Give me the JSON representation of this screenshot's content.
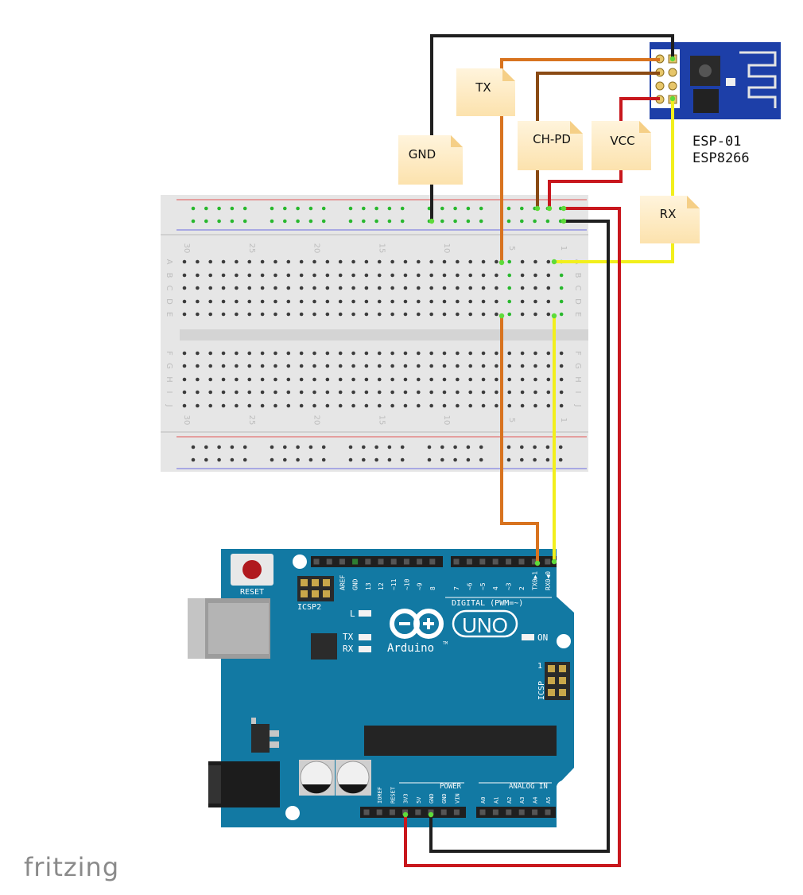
{
  "notes": {
    "gnd": "GND",
    "tx": "TX",
    "chpd": "CH-PD",
    "vcc": "VCC",
    "rx": "RX"
  },
  "esp": {
    "line1": "ESP-01",
    "line2": "ESP8266"
  },
  "breadboard": {
    "col_labels": [
      "30",
      "25",
      "20",
      "15",
      "10",
      "5",
      "1"
    ],
    "row_labels_top": [
      "A",
      "B",
      "C",
      "D",
      "E"
    ],
    "row_labels_bottom": [
      "F",
      "G",
      "H",
      "I",
      "J"
    ]
  },
  "arduino": {
    "reset": "RESET",
    "icsp2": "ICSP2",
    "icsp": "ICSP",
    "icsp_one": "1",
    "led_l": "L",
    "led_tx": "TX",
    "led_rx": "RX",
    "on": "ON",
    "uno": "UNO",
    "brand": "Arduino",
    "tm": "TM",
    "digital": "DIGITAL (PWM=~)",
    "power": "POWER",
    "analog": "ANALOG IN",
    "top_pins": [
      "AREF",
      "GND",
      "13",
      "12",
      "~11",
      "~10",
      "~9",
      "8",
      "7",
      "~6",
      "~5",
      "4",
      "~3",
      "2",
      "TX0▶1",
      "RX0◀0"
    ],
    "bottom_pins_power": [
      "IOREF",
      "RESET",
      "3V3",
      "5V",
      "GND",
      "GND",
      "VIN"
    ],
    "bottom_pins_analog": [
      "A0",
      "A1",
      "A2",
      "A3",
      "A4",
      "A5"
    ]
  },
  "footer": {
    "logo": "fritzing"
  },
  "colors": {
    "black_wire": "#1f1f1f",
    "orange_wire": "#d8731f",
    "brown_wire": "#8a4a14",
    "red_wire": "#c8171d",
    "yellow_wire": "#f2ef1c",
    "pcb": "#1279a3",
    "esp_pcb": "#1d3fa8",
    "note": "#fde9bf"
  }
}
